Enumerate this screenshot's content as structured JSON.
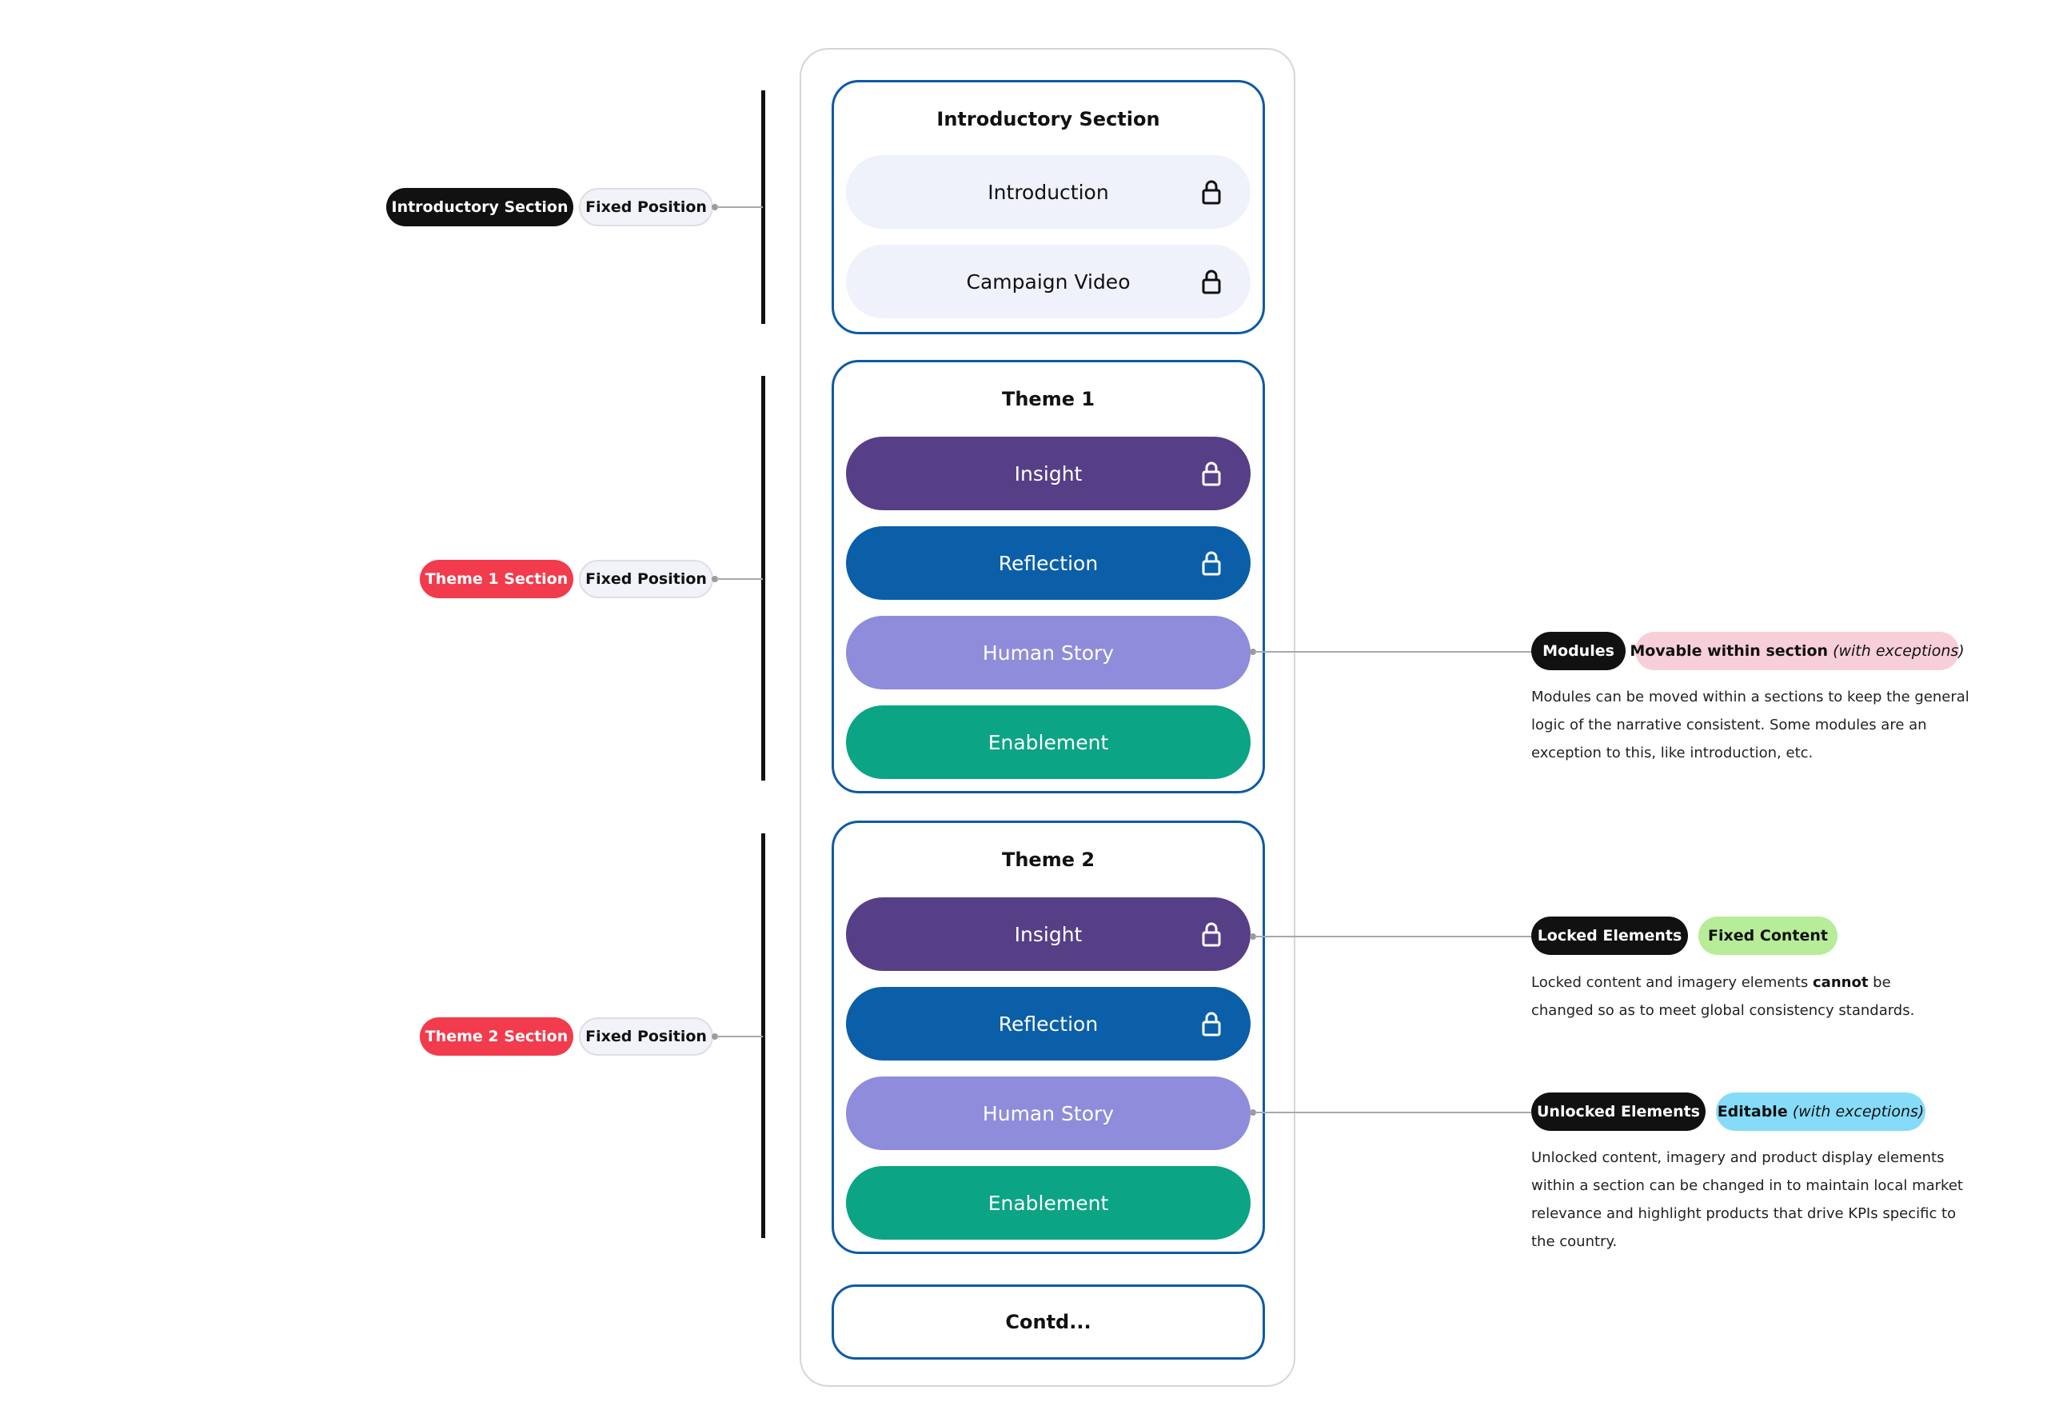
{
  "diagram": {
    "intro_section": {
      "title": "Introductory Section",
      "modules": [
        "Introduction",
        "Campaign Video"
      ]
    },
    "theme1": {
      "title": "Theme 1",
      "modules": [
        "Insight",
        "Reflection",
        "Human Story",
        "Enablement"
      ]
    },
    "theme2": {
      "title": "Theme 2",
      "modules": [
        "Insight",
        "Reflection",
        "Human Story",
        "Enablement"
      ]
    },
    "contd": "Contd..."
  },
  "left_labels": {
    "intro": {
      "section": "Introductory Section",
      "position": "Fixed Position"
    },
    "theme1": {
      "section": "Theme 1 Section",
      "position": "Fixed Position"
    },
    "theme2": {
      "section": "Theme 2 Section",
      "position": "Fixed Position"
    }
  },
  "right_notes": {
    "modules": {
      "tag": "Modules",
      "badge": "Movable within section",
      "badge_note": "(with exceptions)",
      "description": "Modules can be moved within a sections to keep the general logic of the narrative consistent. Some modules are an exception to this, like introduction, etc."
    },
    "locked": {
      "tag": "Locked Elements",
      "badge": "Fixed Content",
      "description_pre": "Locked content and imagery elements ",
      "description_bold": "cannot",
      "description_post": " be changed so as to meet global consistency standards."
    },
    "unlocked": {
      "tag": "Unlocked Elements",
      "badge": "Editable",
      "badge_note": "(with exceptions)",
      "description": "Unlocked content, imagery and product display elements within a section can be changed in to maintain local market relevance and highlight products that drive KPIs specific to the country."
    }
  },
  "colors": {
    "section_border": "#0d5aa7",
    "insight": "#573f87",
    "reflection": "#0a5fa8",
    "human_story": "#8f8cdb",
    "enablement": "#0ba485",
    "light_module": "#eff2fb",
    "section_tag_red": "#f23b4c"
  },
  "icons": {
    "lock": "lock-icon"
  }
}
